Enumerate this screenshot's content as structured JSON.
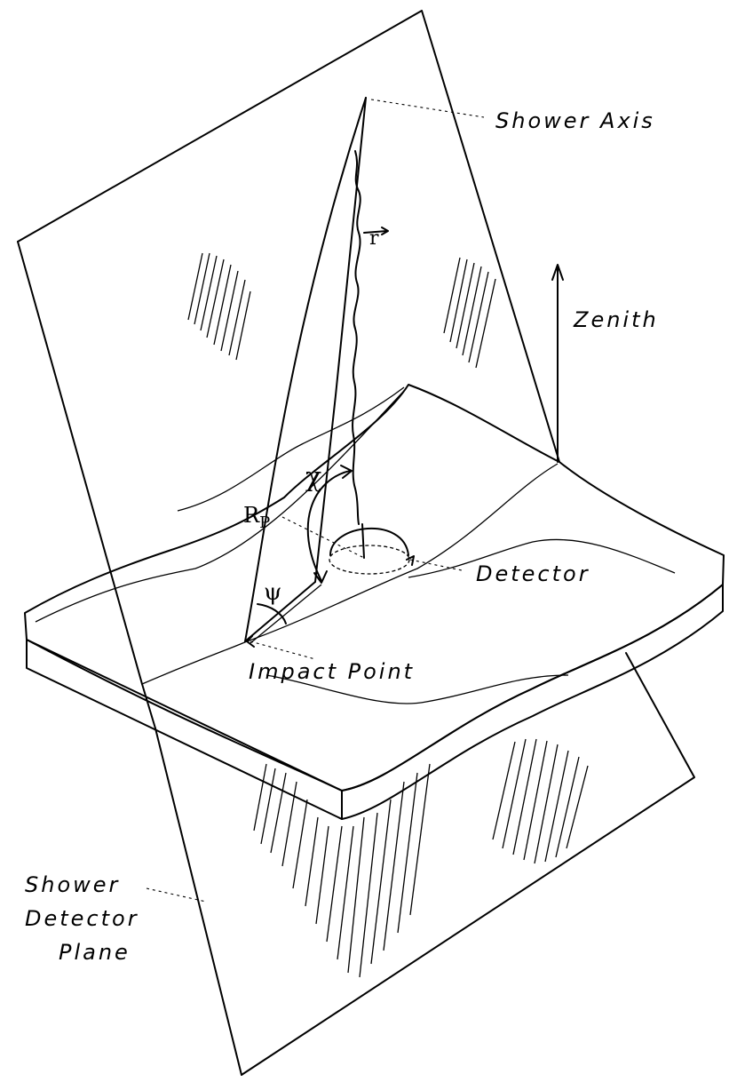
{
  "labels": {
    "shower_axis": "Shower Axis",
    "zenith": "Zenith",
    "detector": "Detector",
    "impact_point": "Impact Point",
    "plane_line1": "Shower",
    "plane_line2": "Detector",
    "plane_line3": "Plane"
  },
  "symbols": {
    "r_vector": "r",
    "chi": "χ",
    "rp": "R",
    "rp_sub": "P",
    "psi": "ψ"
  },
  "colors": {
    "ink": "#000000",
    "background": "#ffffff"
  }
}
